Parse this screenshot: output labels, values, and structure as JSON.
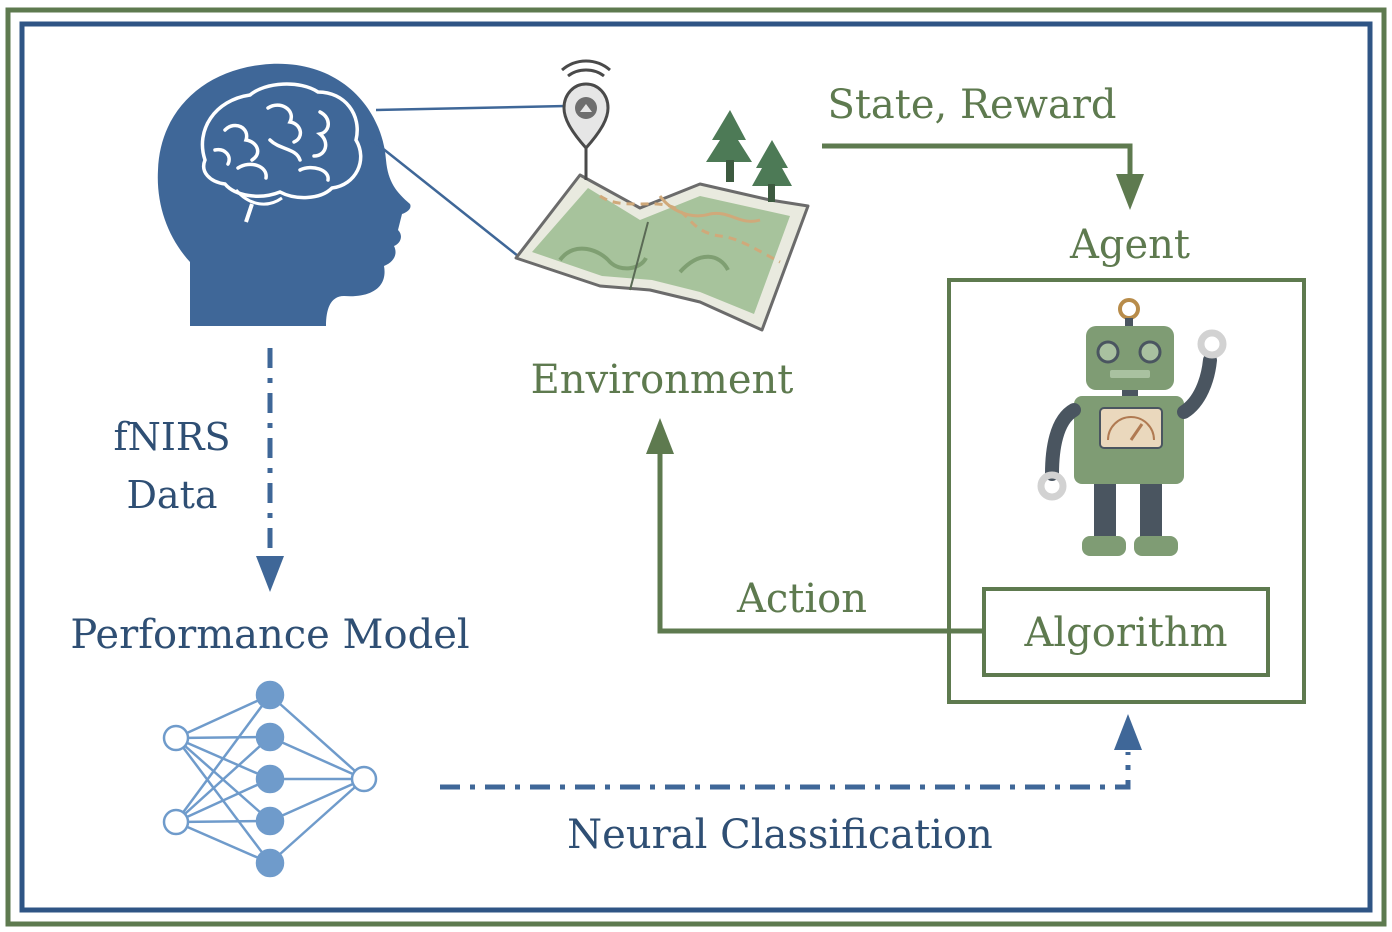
{
  "labels": {
    "state_reward": "State, Reward",
    "agent": "Agent",
    "environment": "Environment",
    "fnirs_line1": "fNIRS",
    "fnirs_line2": "Data",
    "performance_model": "Performance Model",
    "action": "Action",
    "algorithm": "Algorithm",
    "neural_classification": "Neural Classification"
  },
  "icons": {
    "head": "human-head-brain-icon",
    "environment": "map-with-location-pin-and-trees-icon",
    "agent": "robot-icon",
    "performance_model": "neural-network-icon"
  },
  "colors": {
    "frame_green": "#5e7a4f",
    "frame_blue": "#2f5585",
    "brain_blue": "#3f6798",
    "text_green": "#5e7a4f",
    "text_blue": "#2f4f74",
    "network_blue": "#6f9bcb",
    "map_green": "#a7c39c"
  }
}
